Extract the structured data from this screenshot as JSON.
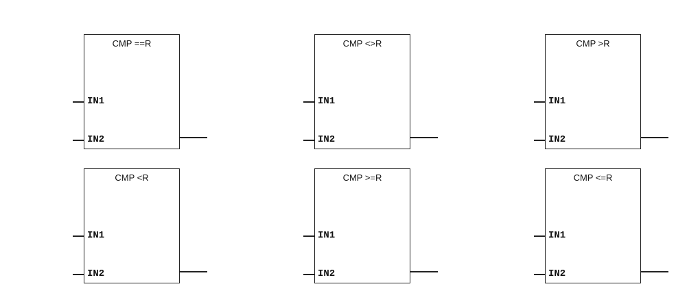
{
  "blocks": [
    {
      "title": "CMP ==R",
      "in1": "IN1",
      "in2": "IN2"
    },
    {
      "title": "CMP <>R",
      "in1": "IN1",
      "in2": "IN2"
    },
    {
      "title": "CMP >R",
      "in1": "IN1",
      "in2": "IN2"
    },
    {
      "title": "CMP <R",
      "in1": "IN1",
      "in2": "IN2"
    },
    {
      "title": "CMP >=R",
      "in1": "IN1",
      "in2": "IN2"
    },
    {
      "title": "CMP <=R",
      "in1": "IN1",
      "in2": "IN2"
    }
  ]
}
